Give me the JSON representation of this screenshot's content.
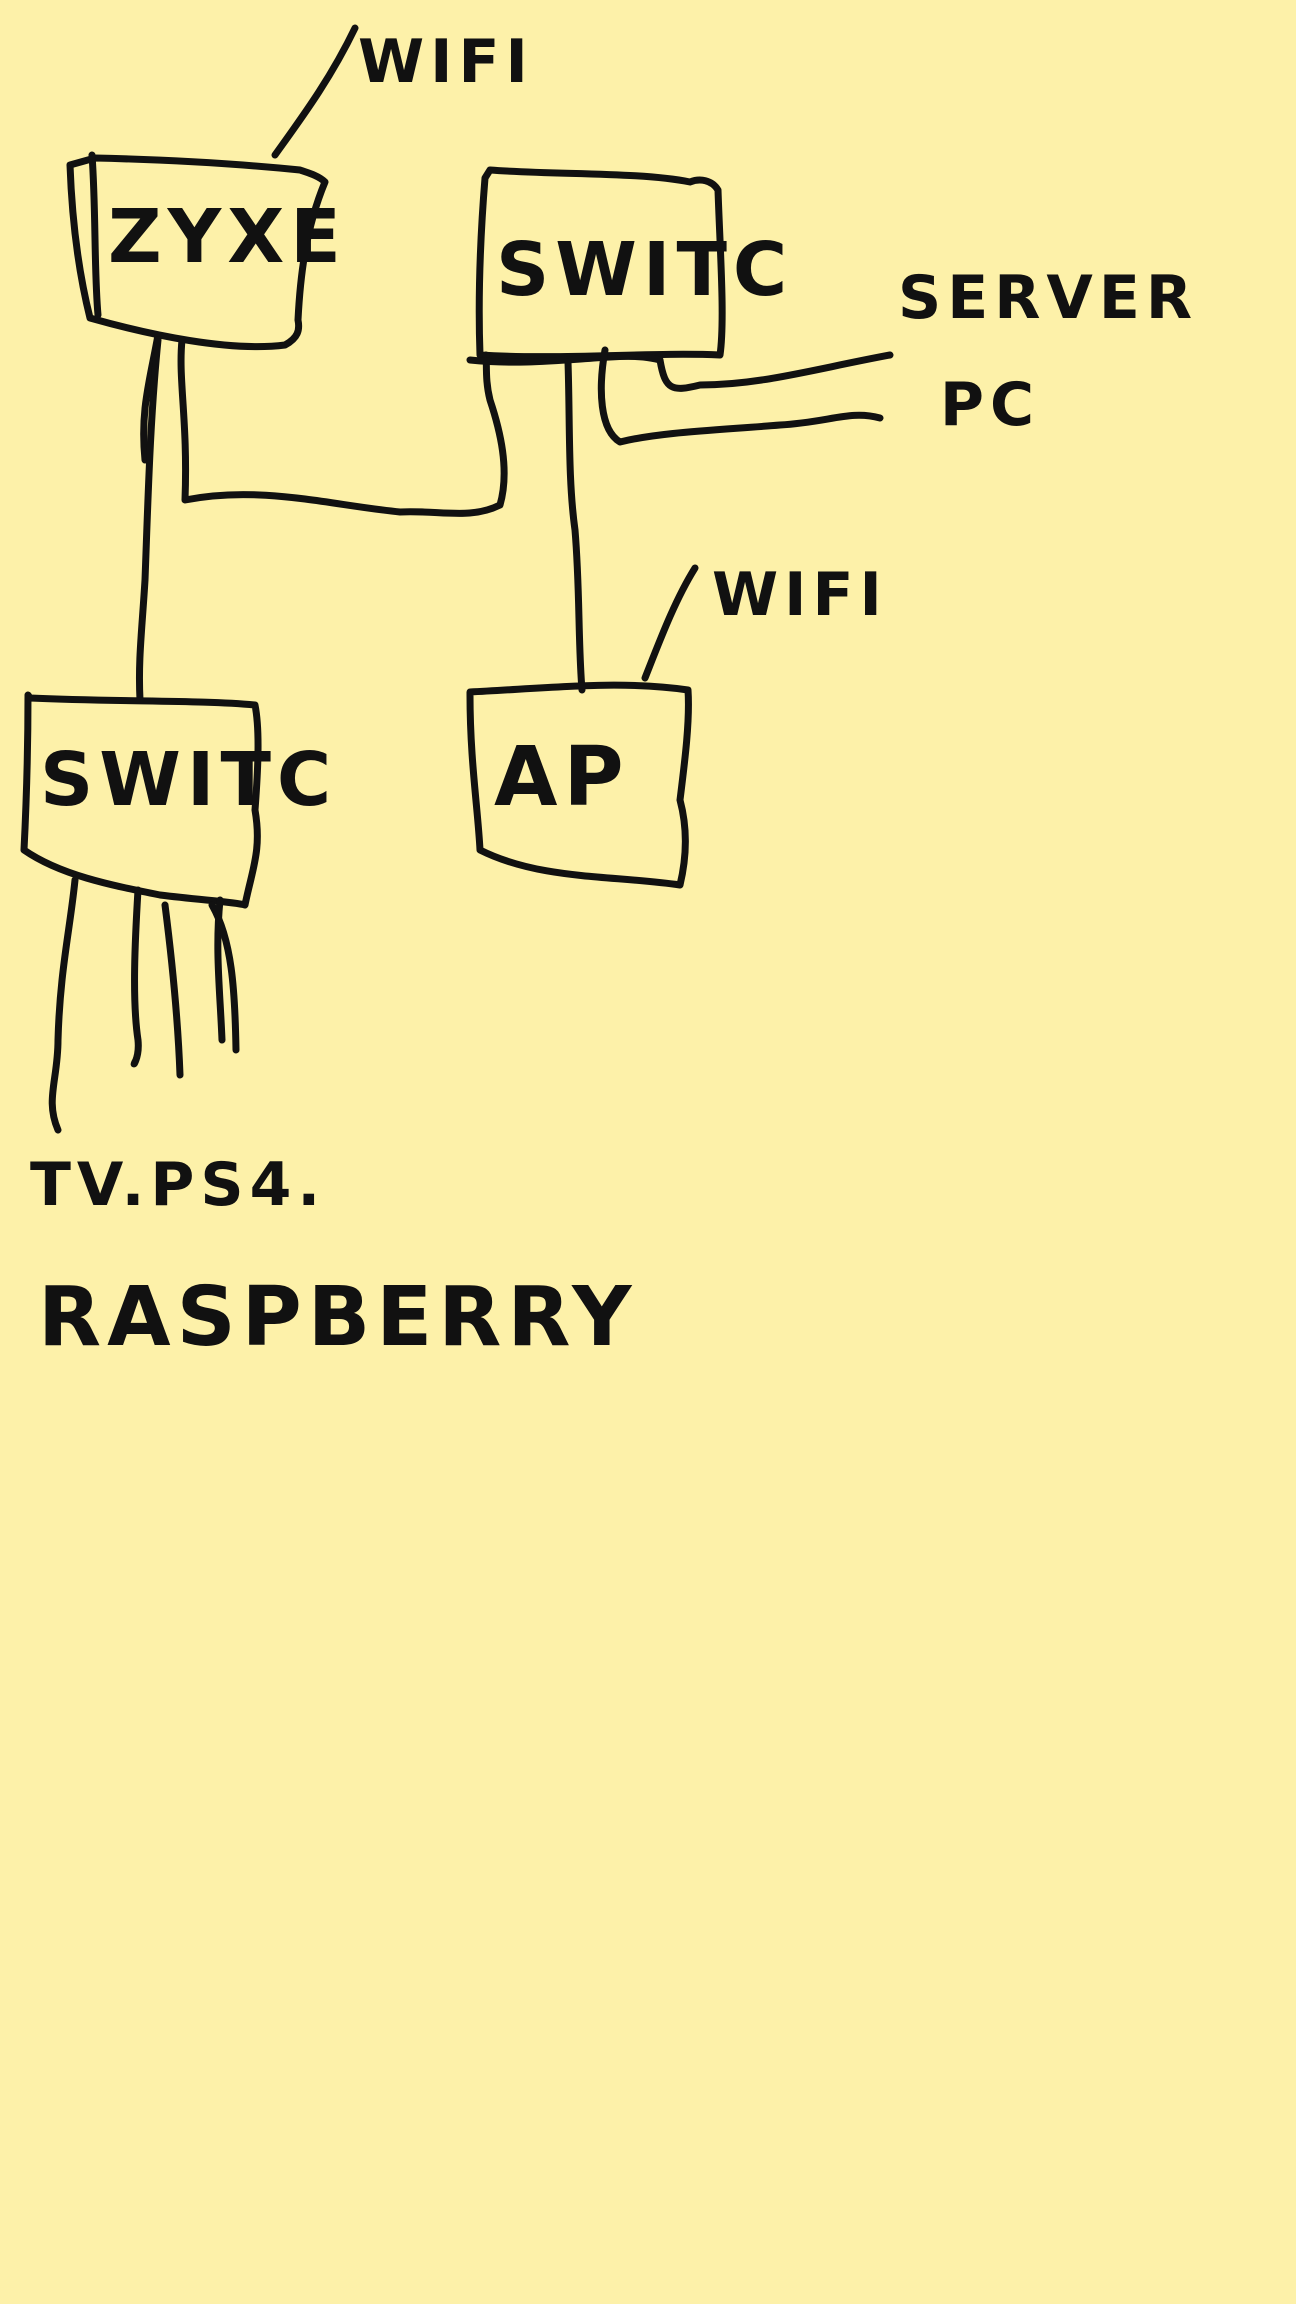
{
  "colors": {
    "background": "#fdf1a9",
    "ink": "#111111"
  },
  "nodes": {
    "router": {
      "label": "ZYXE"
    },
    "switch_top": {
      "label": "SWITC"
    },
    "switch_bottom": {
      "label": "SWITC"
    },
    "access_point": {
      "label": "AP"
    }
  },
  "labels": {
    "router_wifi": "WIFI",
    "ap_wifi": "WIFI",
    "server": "SERVER",
    "pc": "PC",
    "devices_line1": "TV.PS4.",
    "devices_line2": "RASPBERRY"
  }
}
